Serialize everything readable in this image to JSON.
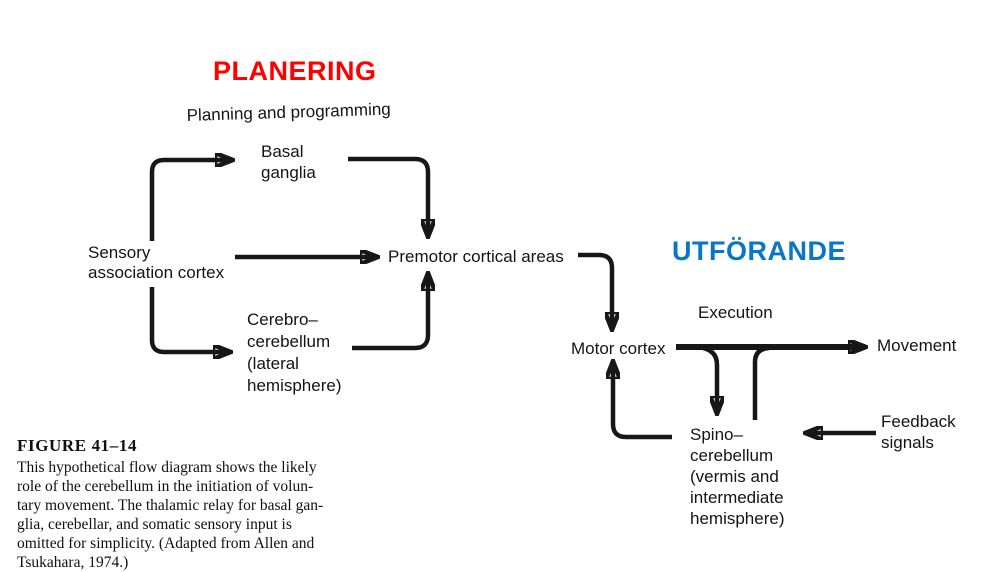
{
  "titles": {
    "planning_sv": "PLANERING",
    "execution_sv": "UTFÖRANDE",
    "planning_en": "Planning and programming",
    "execution_en": "Execution"
  },
  "colors": {
    "planning_title": "#ff0000",
    "execution_title": "#0a76c6",
    "ink": "#171717"
  },
  "labels": {
    "sensory": [
      "Sensory",
      "association cortex"
    ],
    "basal_ganglia": [
      "Basal",
      "ganglia"
    ],
    "cerebro_cerebellum": [
      "Cerebro–",
      "cerebellum",
      "(lateral",
      "hemisphere)"
    ],
    "premotor": "Premotor cortical areas",
    "motor_cortex": "Motor cortex",
    "movement": "Movement",
    "spino_cerebellum": [
      "Spino–",
      "cerebellum",
      "(vermis and",
      "intermediate",
      "hemisphere)"
    ],
    "feedback": [
      "Feedback",
      "signals"
    ]
  },
  "edges": [
    {
      "from": "sensory-association-cortex",
      "to": "basal-ganglia"
    },
    {
      "from": "sensory-association-cortex",
      "to": "premotor-cortical-areas"
    },
    {
      "from": "sensory-association-cortex",
      "to": "cerebro-cerebellum"
    },
    {
      "from": "basal-ganglia",
      "to": "premotor-cortical-areas"
    },
    {
      "from": "cerebro-cerebellum",
      "to": "premotor-cortical-areas"
    },
    {
      "from": "premotor-cortical-areas",
      "to": "motor-cortex"
    },
    {
      "from": "motor-cortex",
      "to": "movement"
    },
    {
      "from": "motor-cortex-output",
      "to": "spino-cerebellum"
    },
    {
      "from": "spino-cerebellum",
      "to": "motor-cortex-output"
    },
    {
      "from": "spino-cerebellum",
      "to": "motor-cortex"
    },
    {
      "from": "feedback-signals",
      "to": "spino-cerebellum"
    }
  ],
  "caption": {
    "heading": "FIGURE  41–14",
    "lines": [
      "This hypothetical flow diagram shows the likely",
      "role of the cerebellum in the initiation of volun-",
      "tary movement. The thalamic relay for basal gan-",
      "glia, cerebellar, and somatic sensory input is",
      "omitted for simplicity. (Adapted from Allen and",
      "Tsukahara, 1974.)"
    ]
  }
}
